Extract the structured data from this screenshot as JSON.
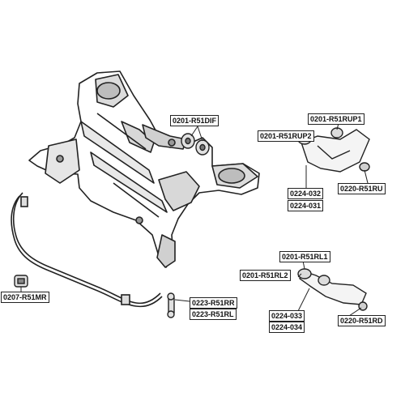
{
  "labels": {
    "diff_mount": "0201-R51DIF",
    "upper_arm_rear_bushing": "0201-R51RUP1",
    "upper_arm_front_bushing": "0201-R51RUP2",
    "upper_arm_left": "0224-032",
    "upper_arm_right": "0224-031",
    "upper_ball_joint": "0220-R51RU",
    "lower_arm_rear_bushing": "0201-R51RL1",
    "lower_arm_front_bushing": "0201-R51RL2",
    "lower_arm_left": "0224-033",
    "lower_arm_right": "0224-034",
    "lower_ball_joint": "0220-R51RD",
    "stabilizer_link_right": "0223-R51RR",
    "stabilizer_link_left": "0223-R51RL",
    "stabilizer_mount": "0207-R51MR"
  },
  "colors": {
    "line": "#222222",
    "fill": "#ffffff",
    "shade": "#cfcfcf"
  }
}
